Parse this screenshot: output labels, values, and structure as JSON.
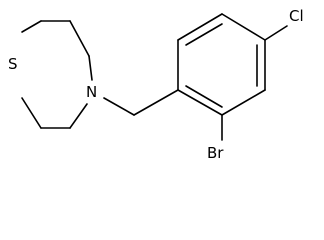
{
  "molecule": {
    "atom_labels": {
      "sulfur": "S",
      "nitrogen": "N",
      "chlorine": "Cl",
      "bromine": "Br"
    },
    "bond_color": "#000000",
    "text_color": "#000000",
    "background": "#ffffff"
  }
}
